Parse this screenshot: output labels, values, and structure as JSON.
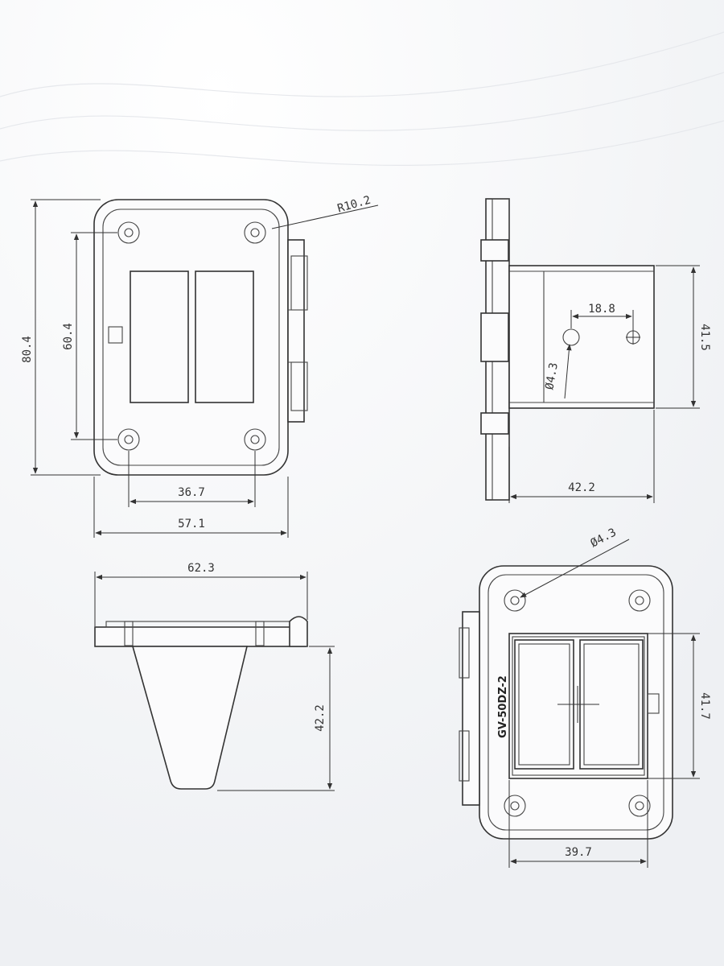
{
  "dimensions": {
    "front_radius": "R10.2",
    "front_height_outer": "80.4",
    "front_height_inner": "60.4",
    "front_width_inner": "36.7",
    "front_width_outer": "57.1",
    "side_hole_spacing": "18.8",
    "side_hole_dia": "Ø4.3",
    "side_height": "41.5",
    "side_depth": "42.2",
    "bottom_width": "62.3",
    "bottom_depth": "42.2",
    "rear_hole_dia": "Ø4.3",
    "rear_height": "41.7",
    "rear_width": "39.7"
  },
  "model_label": "GV-50DZ-2",
  "colors": {
    "line": "#333333",
    "background": "#f4f5f7"
  }
}
